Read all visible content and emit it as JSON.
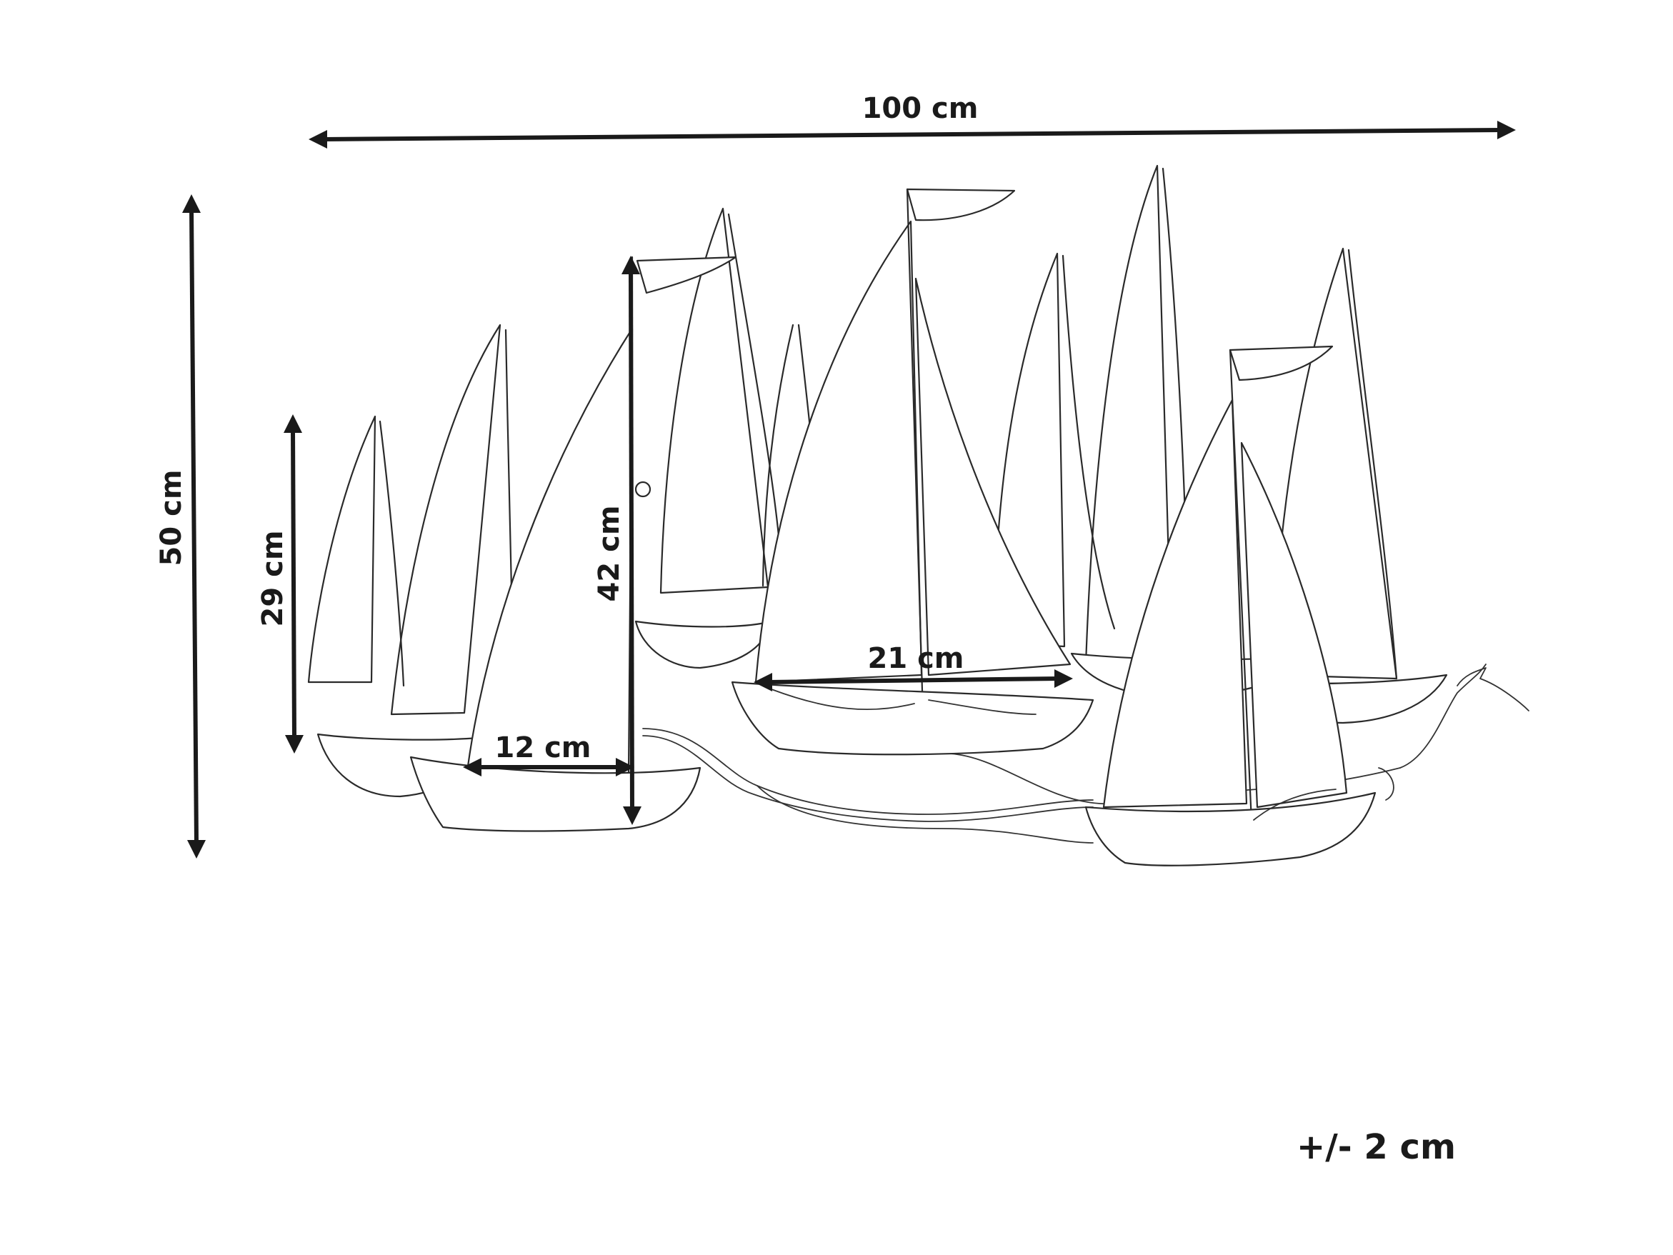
{
  "dimensions": {
    "width": "100 cm",
    "height": "50 cm",
    "small_boat_height": "29 cm",
    "tall_mast_height": "42 cm",
    "left_boat_width": "12 cm",
    "center_boat_width": "21 cm"
  },
  "tolerance": "+/- 2 cm",
  "colors": {
    "line": "#2a2a2a",
    "dimension": "#1a1a1a",
    "background": "#ffffff"
  }
}
